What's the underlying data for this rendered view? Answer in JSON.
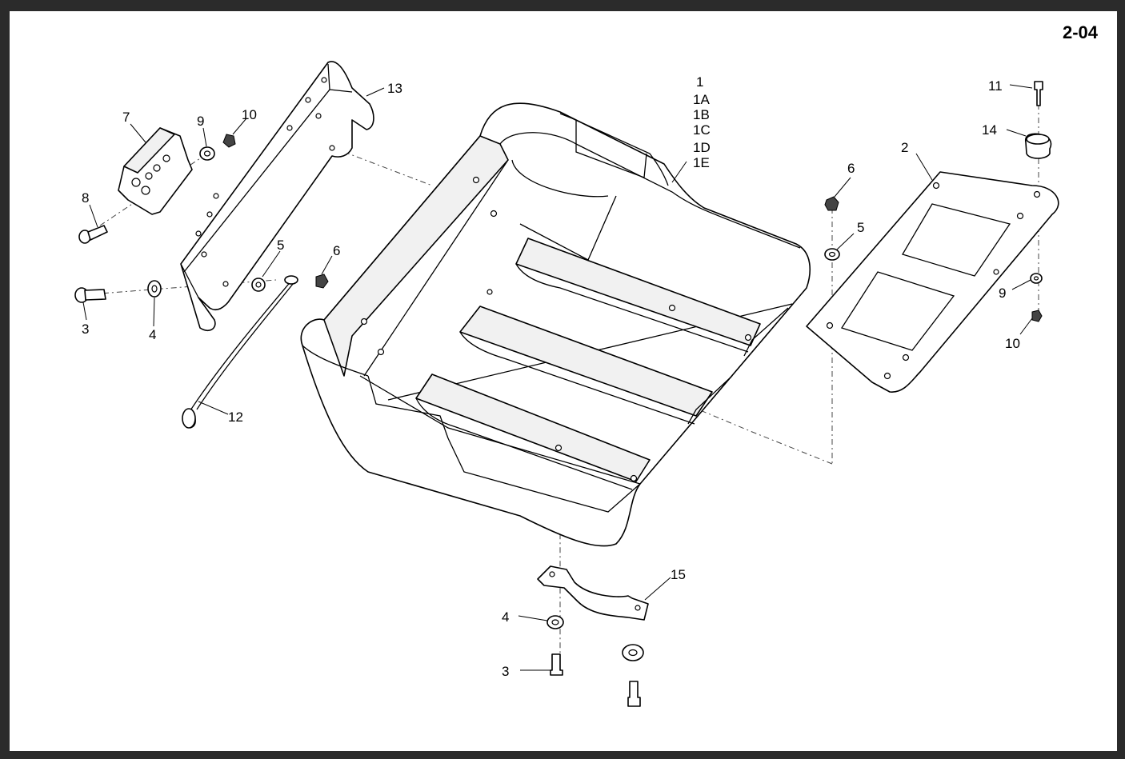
{
  "page_number": "2-04",
  "callouts": {
    "c1": "1",
    "c1a": "1A",
    "c1b": "1B",
    "c1c": "1C",
    "c1d": "1D",
    "c1e": "1E",
    "c2": "2",
    "c3_left": "3",
    "c3_bottom": "3",
    "c4_left": "4",
    "c4_bottom": "4",
    "c5_left": "5",
    "c5_right": "5",
    "c6_left": "6",
    "c6_right": "6",
    "c7": "7",
    "c8": "8",
    "c9_left": "9",
    "c9_right": "9",
    "c10_left": "10",
    "c10_right": "10",
    "c11": "11",
    "c12": "12",
    "c13": "13",
    "c14": "14",
    "c15": "15"
  }
}
